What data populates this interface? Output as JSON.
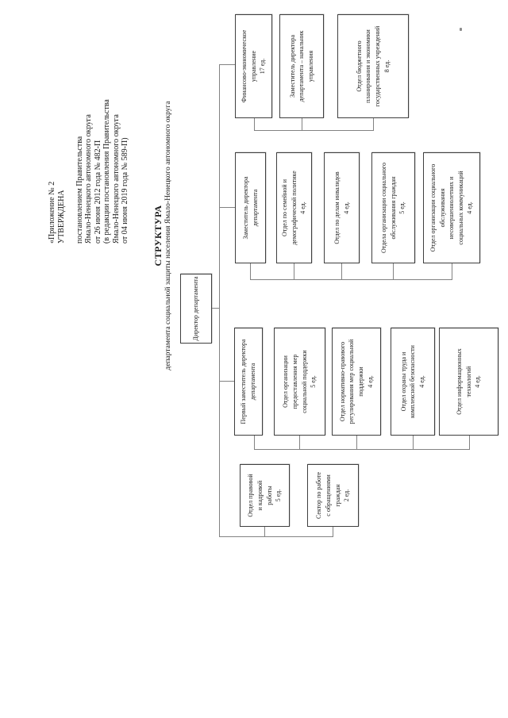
{
  "document": {
    "approval_block": "«Приложение № 2\nУТВЕРЖДЕНА\n\nпостановлением Правительства\nЯмало-Ненецкого автономного округа\nот 26 июня 2012 года № 482-П\n(в редакции постановления Правительства\nЯмало-Ненецкого автономного округа\nот 04 июня 2019 года № 589-П)",
    "title": "СТРУКТУРА",
    "subtitle": "департамента социальной защиты населения Ямало-Ненецкого автономного округа"
  },
  "org": {
    "director": "Директор департамента",
    "director_units": [
      "Отдел правовой\nи кадровой\nработы\n5 ед.",
      "Сектор по работе\nс обращениями\nграждан\n2 ед."
    ],
    "branches": [
      {
        "head": "Первый заместитель директора\nдепартамента",
        "units": [
          "Отдел организации\nпредоставления мер\nсоциальной поддержки\n5 ед.",
          "Отдел нормативно-правового\nрегулирования мер социальной\nподдержки\n4 ед.",
          "Отдел охраны труда и\nкомплексной безопасности\n4 ед.",
          "Отдел информационных\nтехнологий\n4 ед."
        ]
      },
      {
        "head": "Заместитель директора\nдепартамента",
        "units": [
          "Отдел по семейной и\nдемографической политике\n4 ед.",
          "Отдел по делам инвалидов\n4 ед.",
          "Отдела организации социального\nобслуживания граждан\n5 ед.",
          "Отдел организации социального\nобслуживания\nнесовершеннолетних и\nсоциальных коммуникаций\n4 ед."
        ]
      },
      {
        "head": "Финансово-экономическое\nуправление\n17 ед.",
        "units": [
          "Заместитель директора\nдепартамента – начальник\nуправления",
          "Отдел бюджетного\nпланирования и экономики\nгосударственных учреждений\n8 ед."
        ]
      }
    ]
  }
}
